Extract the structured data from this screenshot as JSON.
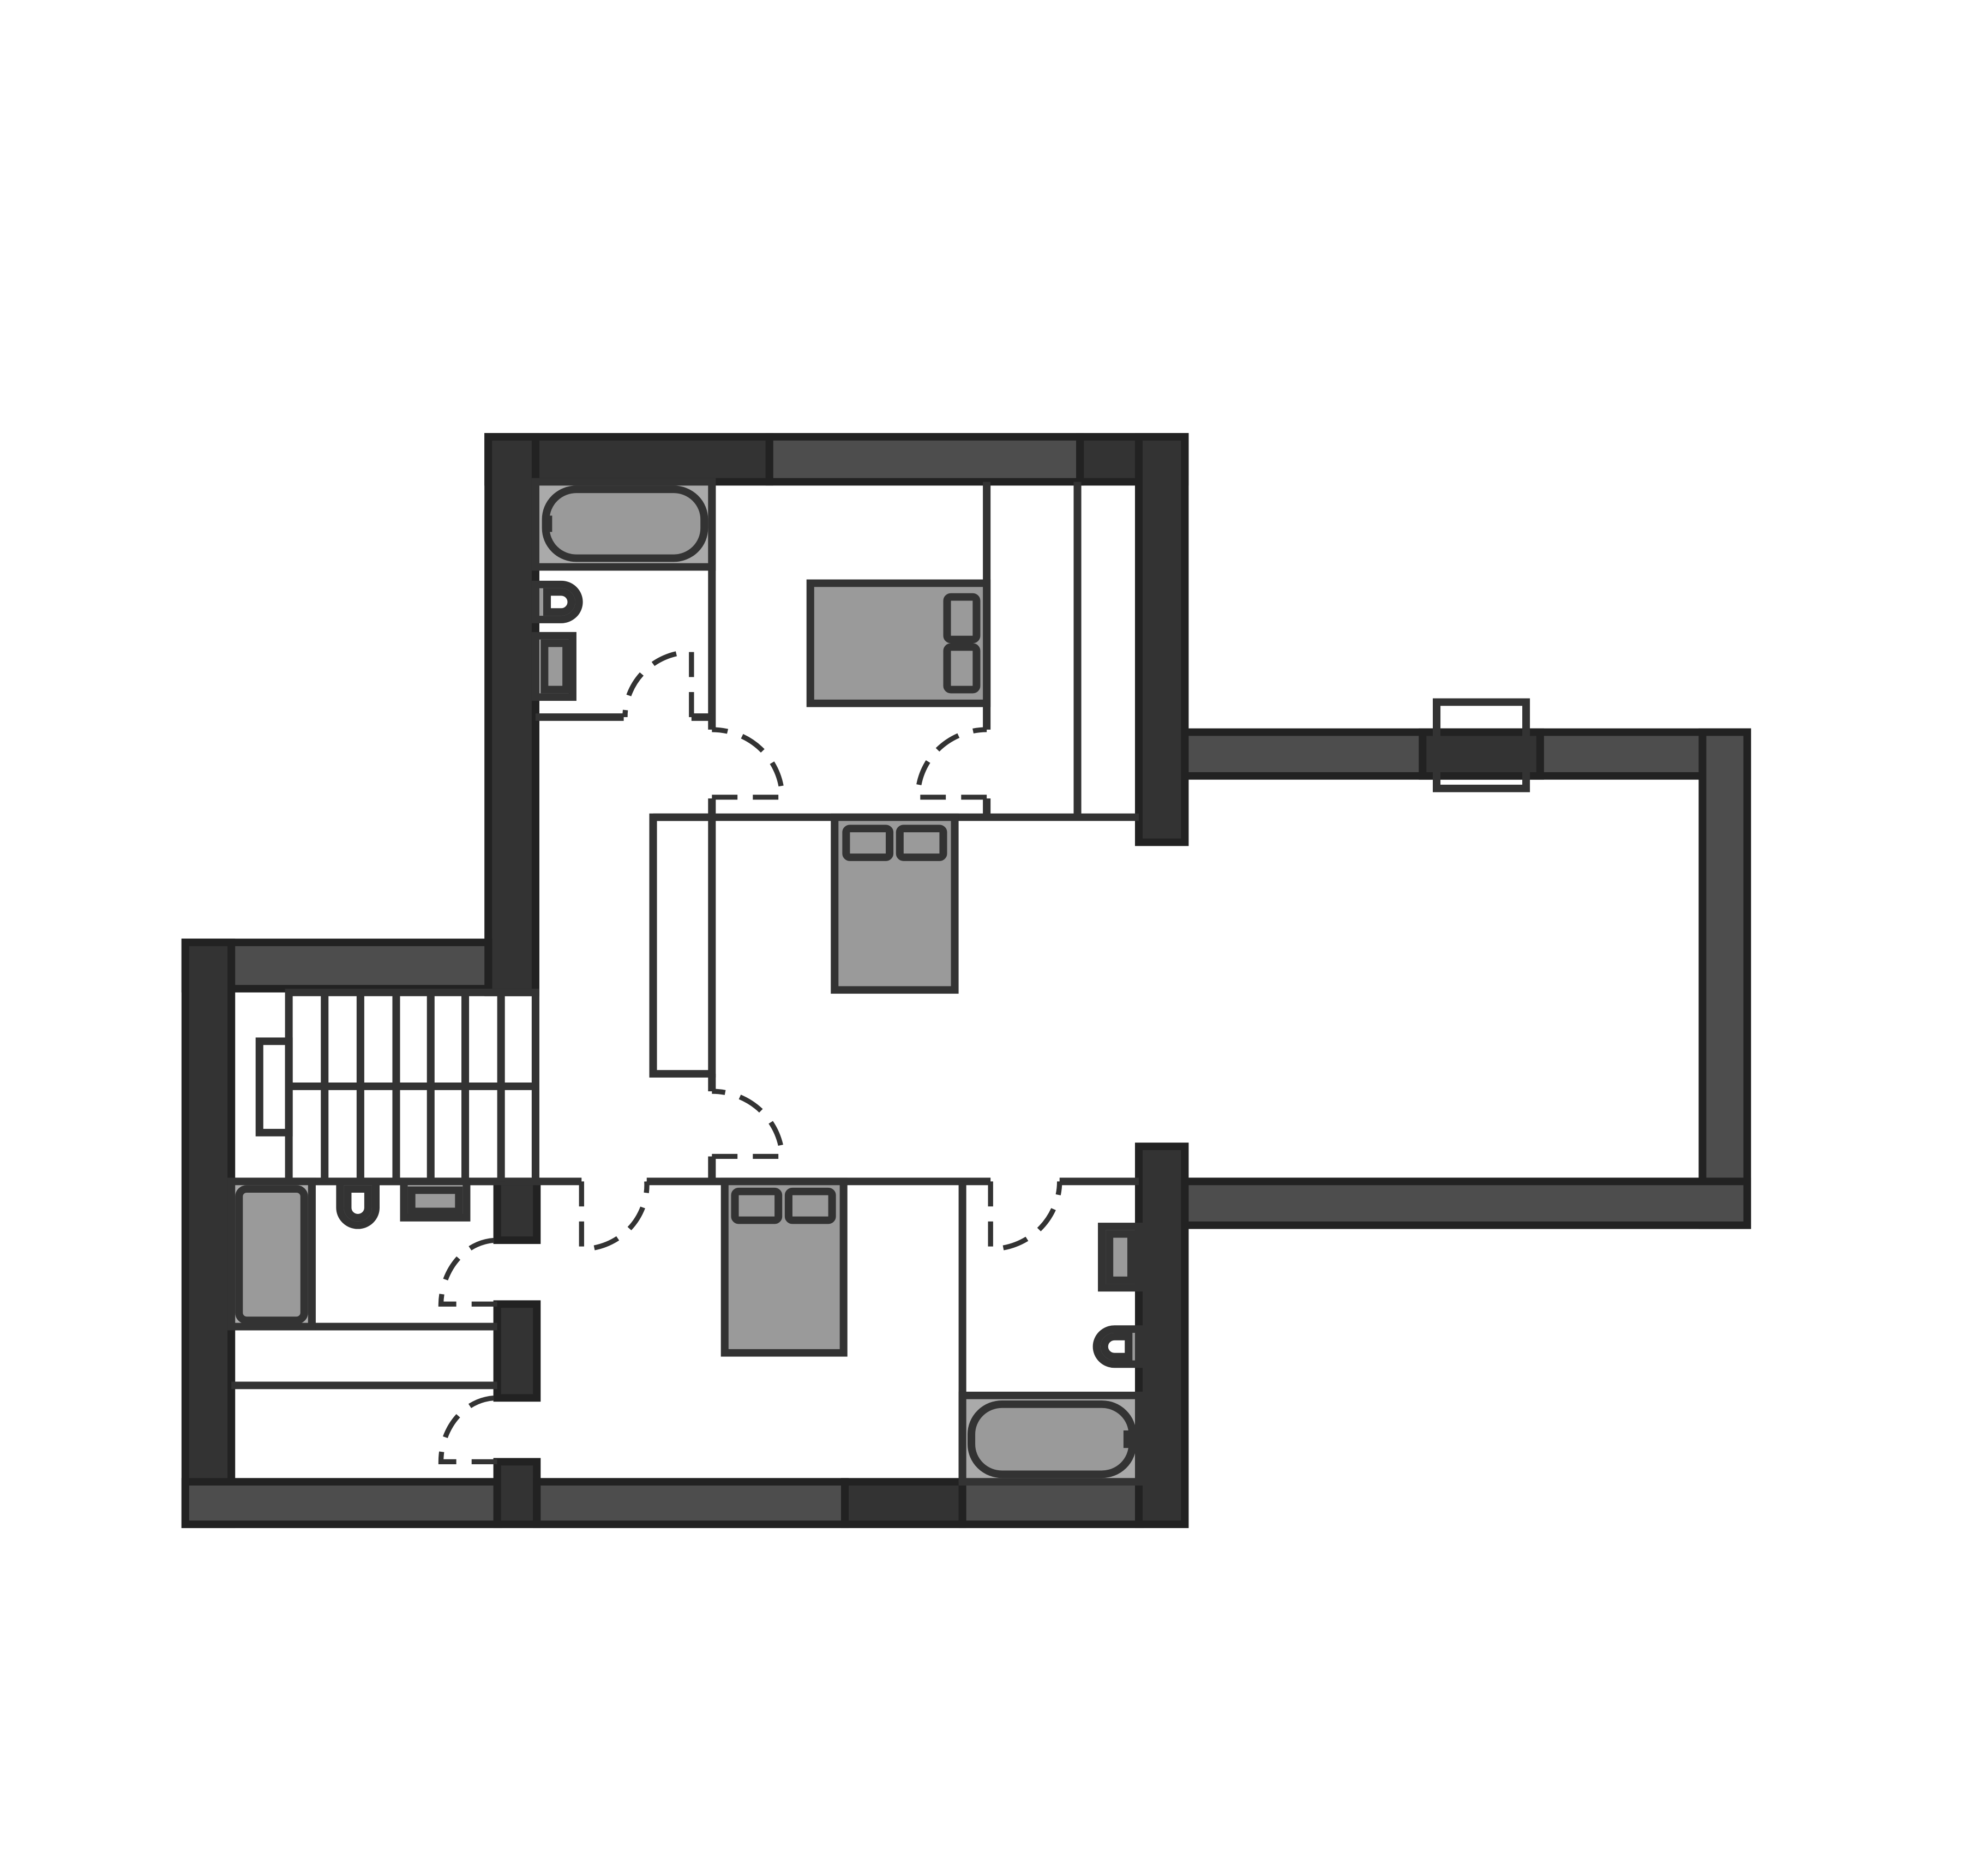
{
  "plan": {
    "kind": "residential floor plan",
    "rooms": [
      {
        "id": "bathroom-north",
        "fixtures": [
          "bathtub",
          "toilet",
          "sink"
        ]
      },
      {
        "id": "bedroom-north",
        "fixtures": [
          "double-bed"
        ]
      },
      {
        "id": "walk-in-closet",
        "fixtures": []
      },
      {
        "id": "living-room",
        "fixtures": [
          "double-bed"
        ]
      },
      {
        "id": "staircase",
        "fixtures": [
          "stairs"
        ]
      },
      {
        "id": "bathroom-southwest",
        "fixtures": [
          "bathtub",
          "toilet",
          "sink"
        ]
      },
      {
        "id": "bedroom-south",
        "fixtures": [
          "double-bed"
        ]
      },
      {
        "id": "bathroom-southeast",
        "fixtures": [
          "bathtub",
          "toilet",
          "sink"
        ]
      },
      {
        "id": "storage",
        "fixtures": []
      }
    ],
    "colors": {
      "wall_dark": "#333333",
      "wall_medium": "#4d4d4d",
      "fixture_fill": "#9a9a9a",
      "background": "#ffffff"
    }
  }
}
